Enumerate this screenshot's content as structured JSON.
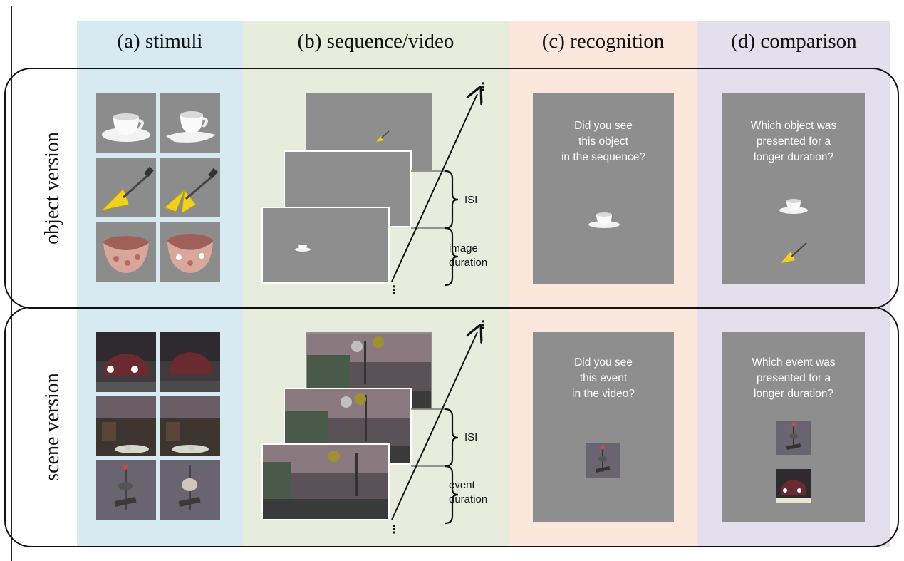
{
  "columns": [
    {
      "id": "a",
      "title": "(a) stimuli"
    },
    {
      "id": "b",
      "title": "(b) sequence/video"
    },
    {
      "id": "c",
      "title": "(c) recognition"
    },
    {
      "id": "d",
      "title": "(d) comparison"
    }
  ],
  "rows": [
    {
      "id": "object",
      "label": "object version"
    },
    {
      "id": "scene",
      "label": "scene version"
    }
  ],
  "object_row": {
    "isi_label": "ISI",
    "duration_label_1": "image",
    "duration_label_2": "duration",
    "recognition_q": [
      "Did you see",
      "this object",
      "in the sequence?"
    ],
    "comparison_q": [
      "Which object was",
      "presented for a",
      "longer duration?"
    ]
  },
  "scene_row": {
    "isi_label": "ISI",
    "duration_label_1": "event",
    "duration_label_2": "duration",
    "recognition_q": [
      "Did you see",
      "this event",
      "in the video?"
    ],
    "comparison_q": [
      "Which event was",
      "presented for a",
      "longer duration?"
    ]
  },
  "ellipsis": "⋮",
  "colors": {
    "stimuli_bg": "#d7e9f1",
    "sequence_bg": "#e8ecdd",
    "recognition_bg": "#fbe7db",
    "comparison_bg": "#e4dfec",
    "panel_gray": "#8e8e8e",
    "guitar_yellow": "#f0d020"
  }
}
